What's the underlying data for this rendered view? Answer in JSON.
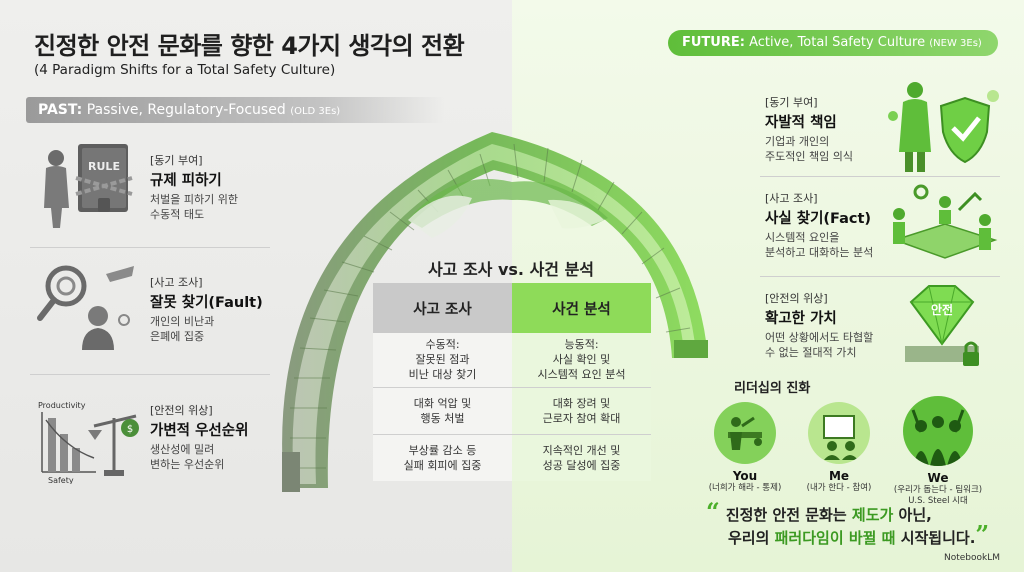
{
  "title": "진정한 안전 문화를 향한 4가지 생각의 전환",
  "subtitle": "(4 Paradigm Shifts for a Total Safety Culture)",
  "past": {
    "label": "PAST:",
    "text": "Passive, Regulatory-Focused",
    "tag": "(OLD 3Es)",
    "items": [
      {
        "category": "[동기 부여]",
        "heading": "규제 피하기",
        "desc1": "처벌을 피하기 위한",
        "desc2": "수동적 태도",
        "icon_text": "RULE"
      },
      {
        "category": "[사고 조사]",
        "heading": "잘못 찾기(Fault)",
        "desc1": "개인의 비난과",
        "desc2": "은폐에 집중"
      },
      {
        "category": "[안전의 위상]",
        "heading": "가변적 우선순위",
        "desc1": "생산성에 밀려",
        "desc2": "변하는 우선순위",
        "axis_y": "Productivity",
        "axis_x": "Safety"
      }
    ]
  },
  "future": {
    "label": "FUTURE:",
    "text": "Active, Total Safety Culture",
    "tag": "(NEW 3Es)",
    "items": [
      {
        "category": "[동기 부여]",
        "heading": "자발적 책임",
        "desc1": "기업과 개인의",
        "desc2": "주도적인 책임 의식"
      },
      {
        "category": "[사고 조사]",
        "heading": "사실 찾기(Fact)",
        "desc1": "시스템적 요인을",
        "desc2": "분석하고 대화하는 분석"
      },
      {
        "category": "[안전의 위상]",
        "heading": "확고한 가치",
        "desc1": "어떤 상황에서도 타협할",
        "desc2": "수 없는 절대적 가치",
        "icon_text": "안전"
      }
    ]
  },
  "comparison": {
    "title": "사고 조사 vs. 사건 분석",
    "col_old": "사고 조사",
    "col_new": "사건 분석",
    "rows": [
      {
        "old1": "수동적:",
        "old2": "잘못된 점과",
        "old3": "비난 대상 찾기",
        "new1": "능동적:",
        "new2": "사실 확인 및",
        "new3": "시스템적 요인 분석"
      },
      {
        "old1": "대화 억압 및",
        "old2": "행동 처벌",
        "new1": "대화 장려 및",
        "new2": "근로자 참여 확대"
      },
      {
        "old1": "부상률 감소 등",
        "old2": "실패 회피에 집중",
        "new1": "지속적인 개선 및",
        "new2": "성공 달성에 집중"
      }
    ]
  },
  "leadership": {
    "title": "리더십의 진화",
    "items": [
      {
        "name": "You",
        "desc1": "(너희가 해라 - 통제)",
        "desc2": ""
      },
      {
        "name": "Me",
        "desc1": "(내가 한다 - 참여)",
        "desc2": ""
      },
      {
        "name": "We",
        "desc1": "(우리가 돕는다 - 팀워크)",
        "desc2": "U.S. Steel 시대"
      }
    ]
  },
  "quote": {
    "line1_a": "진정한 안전 문화는 ",
    "line1_b": "제도가",
    "line1_c": " 아닌,",
    "line2_a": "우리의 ",
    "line2_b": "패러다임이 바뀔 때",
    "line2_c": " 시작됩니다."
  },
  "brand": "NotebookLM",
  "colors": {
    "accent_green": "#5fbe3a",
    "past_gray": "#9a9a9a"
  }
}
